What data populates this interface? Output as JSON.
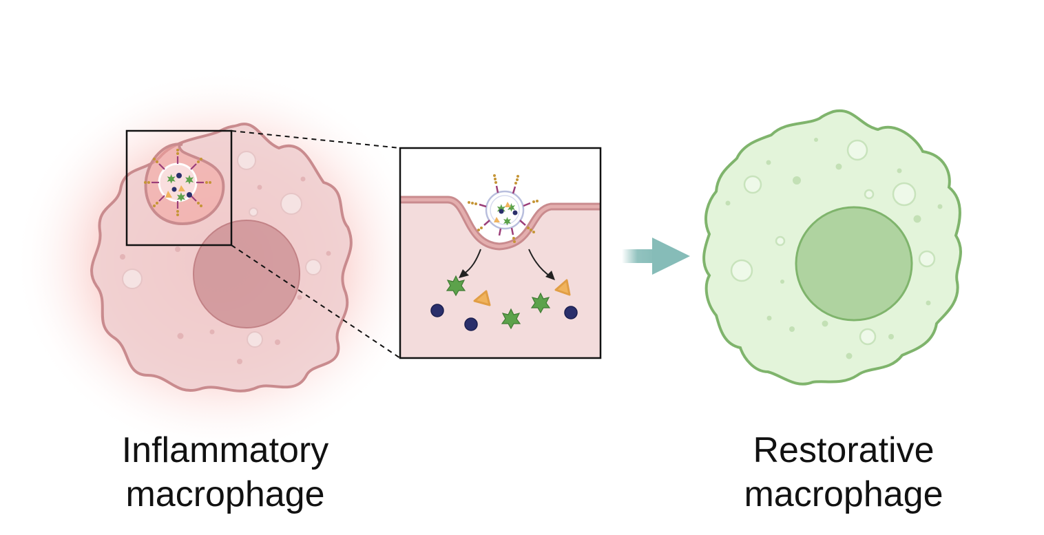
{
  "labels": {
    "inflammatory": {
      "line1": "Inflammatory",
      "line2": "macrophage"
    },
    "restorative": {
      "line1": "Restorative",
      "line2": "macrophage"
    }
  },
  "colors": {
    "inflammatory_cell": "#efcfd0",
    "inflammatory_outline": "#c98b8e",
    "inflammatory_nucleus": "#c98c90",
    "inflammatory_glow": "#f37b75",
    "restorative_cell": "#e3f4da",
    "restorative_outline": "#7fb46c",
    "restorative_nucleus": "#afd3a0",
    "arrow": "#86bcb8",
    "vesicle_ring": "#b8bedd",
    "star_cargo": "#5ca24b",
    "triangle_cargo": "#f0b35d",
    "circle_cargo": "#2a2f6b",
    "receptor_purple": "#9b3e79",
    "receptor_gold": "#c59536"
  },
  "icons": {
    "process_arrow": "right-arrow-icon",
    "star_molecule": "star-molecule-icon",
    "triangle_molecule": "triangle-molecule-icon",
    "circle_molecule": "circle-molecule-icon"
  }
}
